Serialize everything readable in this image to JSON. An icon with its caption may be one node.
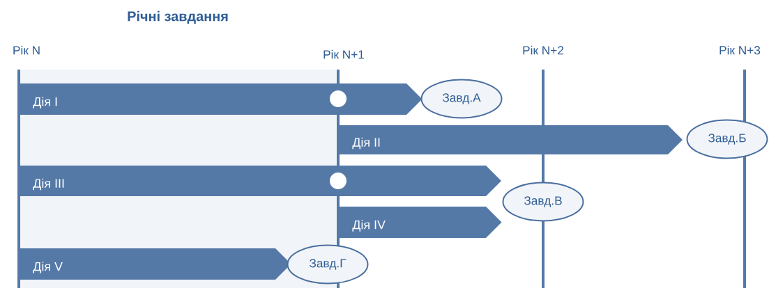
{
  "diagram": {
    "title": "Річні завдання",
    "nodes": [
      {
        "text": [
          "Дія I"
        ]
      },
      {
        "text": [
          "Завд.А"
        ]
      },
      {
        "text": [
          "Дія II"
        ]
      },
      {
        "text": [
          "Завд.Б"
        ]
      },
      {
        "text": [
          "Дія III"
        ]
      },
      {
        "text": [
          "Завд.В"
        ]
      },
      {
        "text": [
          "Дія IV"
        ]
      },
      {
        "text": [
          "Дія V"
        ]
      },
      {
        "text": [
          "Завд.Г"
        ]
      }
    ],
    "labels": [
      "Рік N",
      "Рік N+1",
      "Рік N+2",
      "Рік N+3"
    ]
  }
}
